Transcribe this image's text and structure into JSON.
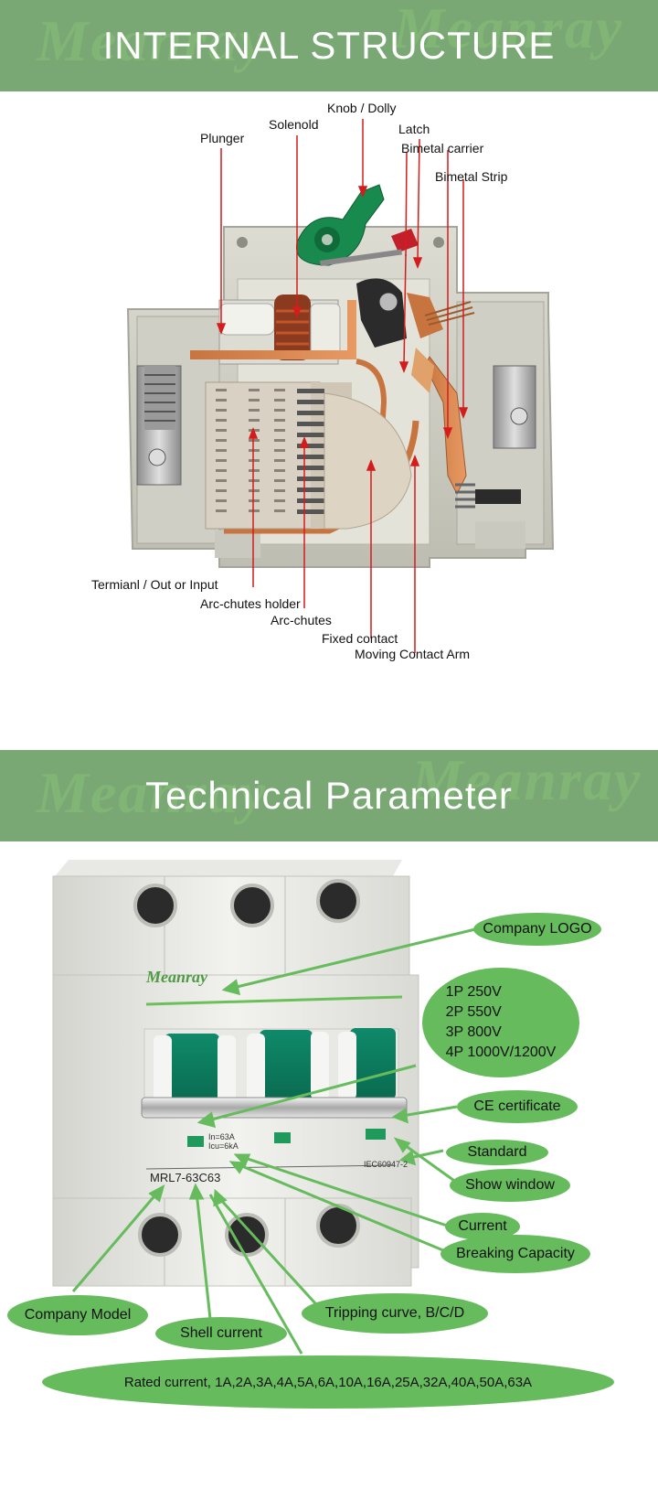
{
  "watermark": "Meanray",
  "section1": {
    "title": "INTERNAL STRUCTURE",
    "labels": {
      "knob": "Knob / Dolly",
      "solenoid": "Solenold",
      "plunger": "Plunger",
      "latch": "Latch",
      "bimetal_carrier": "Bimetal carrier",
      "bimetal_strip": "Bimetal Strip",
      "terminal": "Termianl / Out or Input",
      "arc_holder": "Arc-chutes holder",
      "arc_chutes": "Arc-chutes",
      "fixed_contact": "Fixed contact",
      "moving_arm": "Moving Contact Arm"
    }
  },
  "section2": {
    "title": "Technical Parameter",
    "device": {
      "brand": "Meanray",
      "rating_in": "In=63A",
      "rating_icu": "Icu=6kA",
      "model": "MRL7-63C63",
      "standard": "IEC60947-2"
    },
    "bubbles": {
      "logo": "Company LOGO",
      "voltages": [
        "1P 250V",
        "2P 550V",
        "3P 800V",
        "4P 1000V/1200V"
      ],
      "ce": "CE certificate",
      "standard": "Standard",
      "show_window": "Show window",
      "current": "Current",
      "breaking": "Breaking Capacity",
      "model": "Company Model",
      "tripping": "Tripping curve, B/C/D",
      "shell": "Shell current",
      "rated": "Rated current, 1A,2A,3A,4A,5A,6A,10A,16A,25A,32A,40A,50A,63A"
    }
  },
  "colors": {
    "banner": "#7aa874",
    "bubble": "#66bb5c",
    "leader": "#d41c1c",
    "arrow_green": "#66bb5c"
  }
}
